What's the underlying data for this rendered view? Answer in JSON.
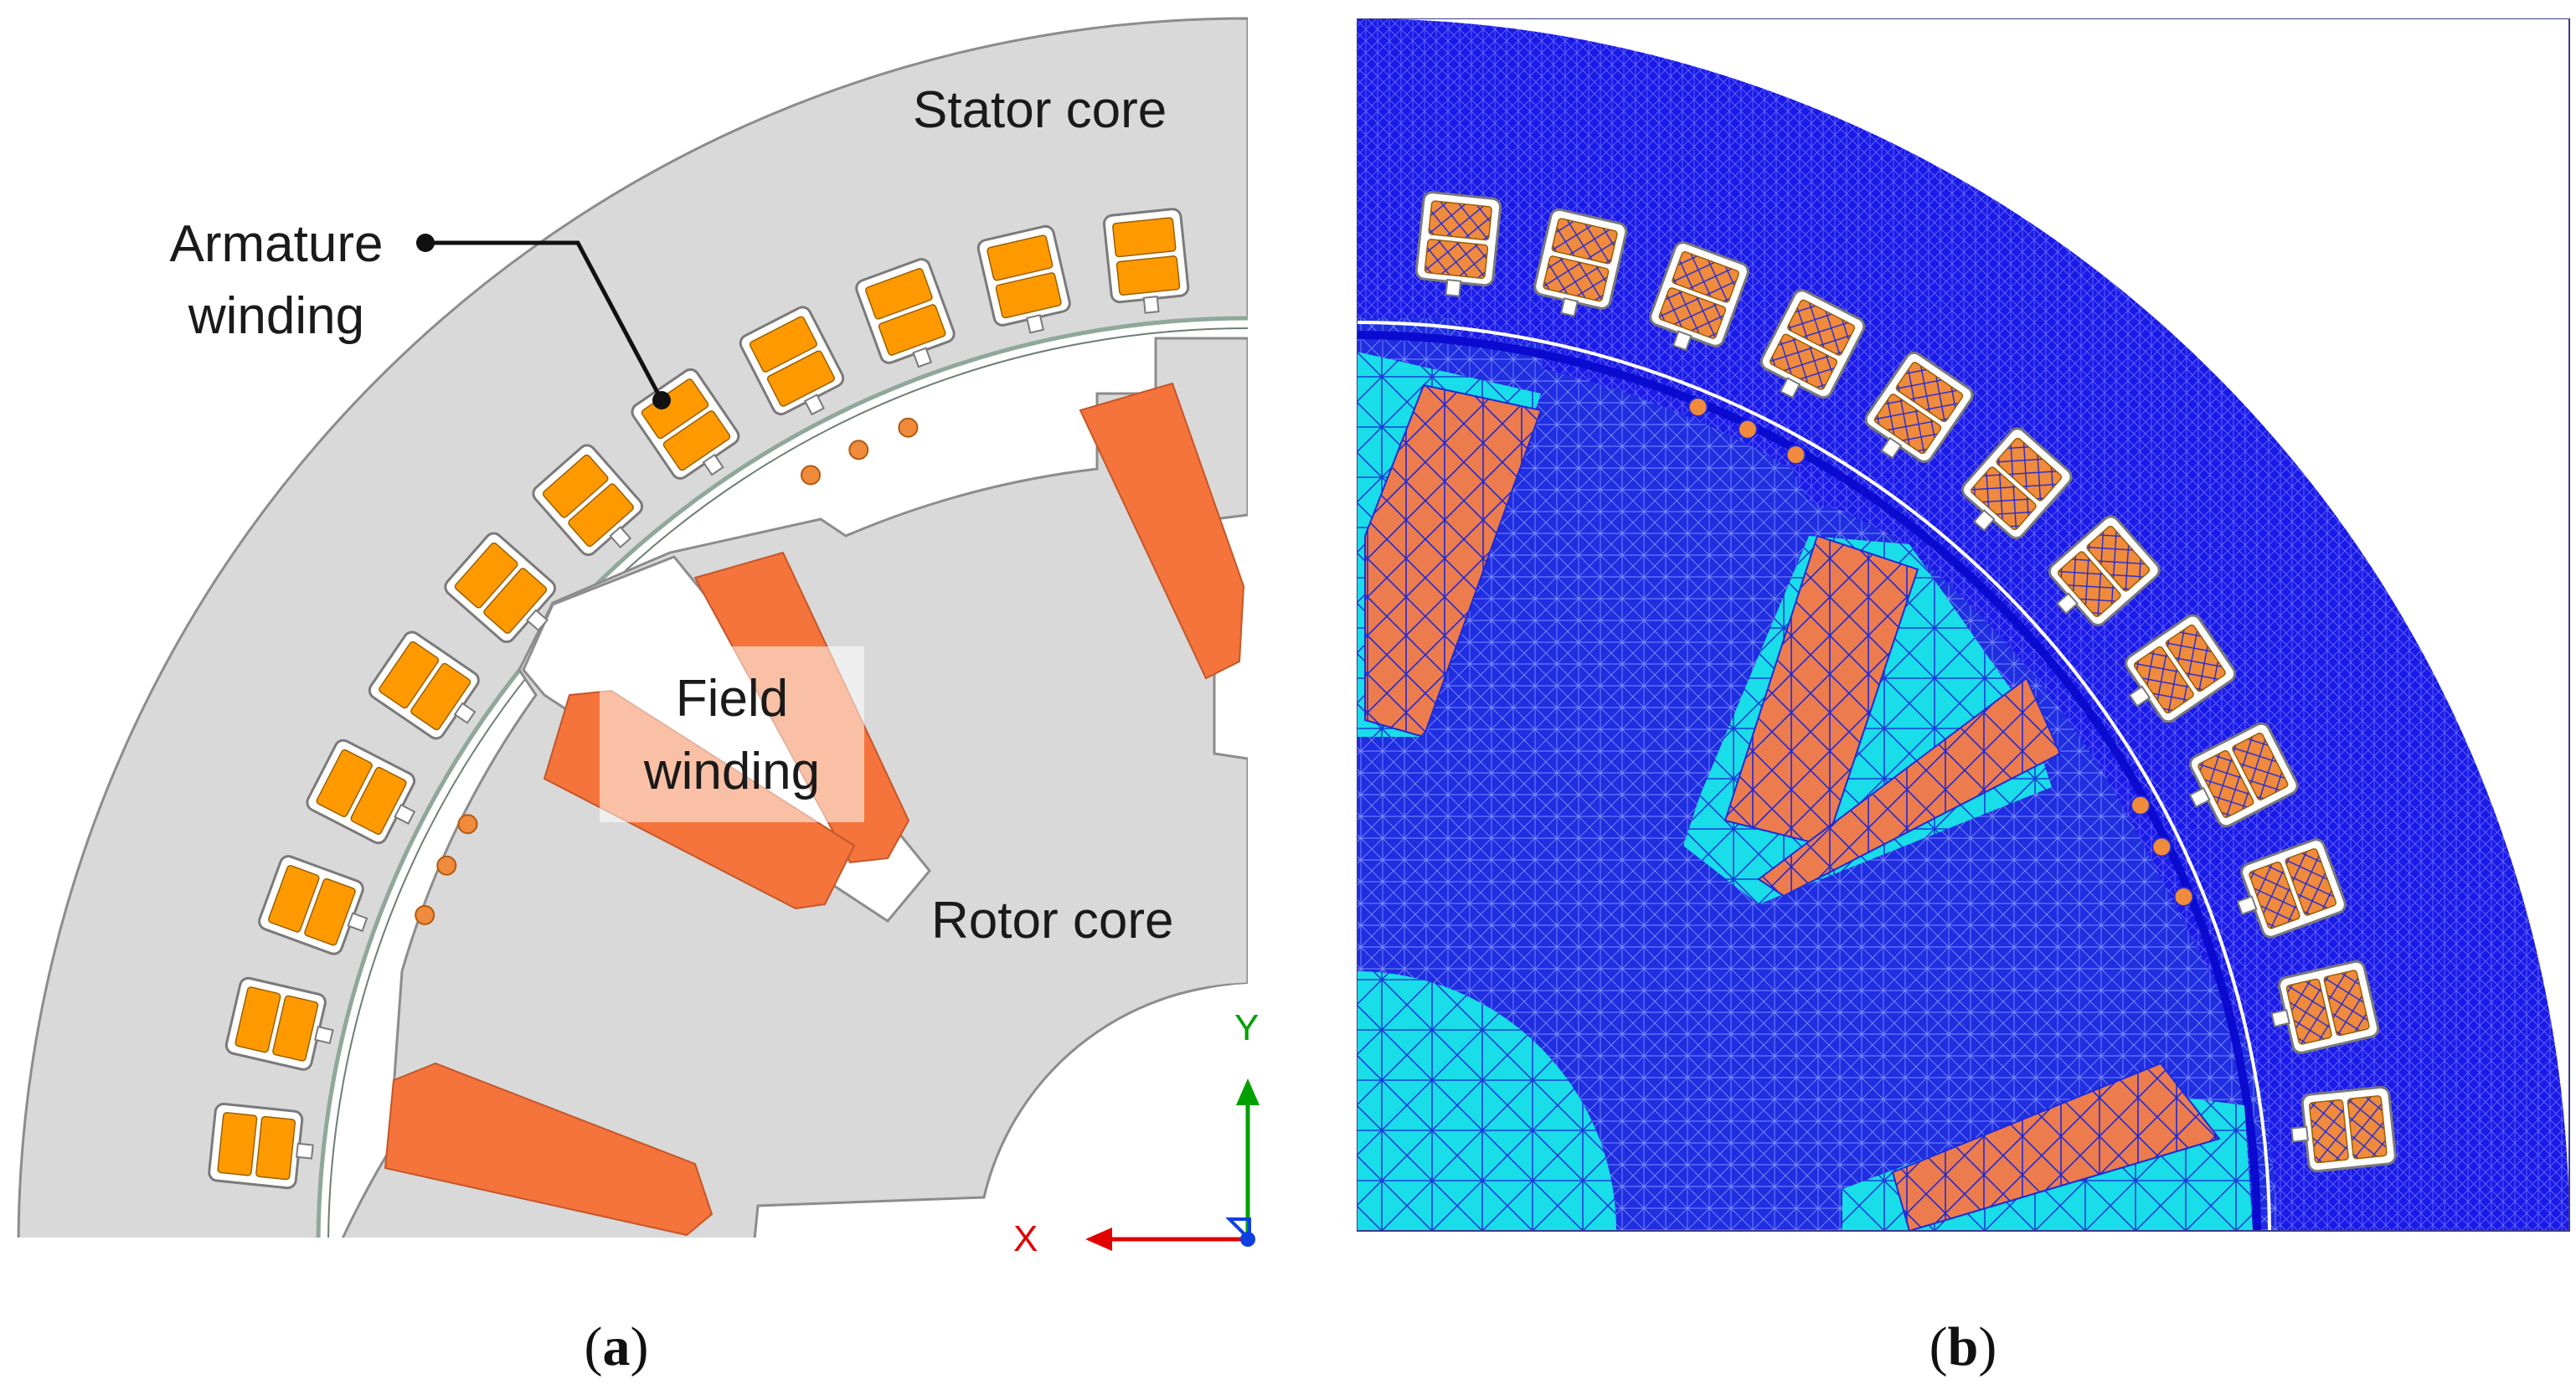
{
  "labels": {
    "stator_core": "Stator core",
    "armature_winding_line1": "Armature",
    "armature_winding_line2": "winding",
    "field_winding_line1": "Field",
    "field_winding_line2": "winding",
    "rotor_core": "Rotor core",
    "axis_y": "Y",
    "axis_x": "X"
  },
  "captions": {
    "a_open": "(",
    "a_letter": "a",
    "a_close": ")",
    "b_open": "(",
    "b_letter": "b",
    "b_close": ")"
  },
  "colors": {
    "core_gray": "#d9d9d9",
    "core_edge": "#8c8c8c",
    "armature_orange": "#ff9900",
    "field_orange": "#f4743b",
    "mesh_blue": "#1414e6",
    "mesh_cyan": "#19d9e6",
    "axis_green": "#00a000",
    "axis_red": "#e00000",
    "axis_blue": "#1040e0"
  },
  "icons": {
    "coordinate_axes": "xyz-triad-icon",
    "pointer_dot": "leader-dot-icon"
  },
  "counts": {
    "armature_slots_per_panel": 12,
    "field_coils_per_panel": 4,
    "damper_bars_per_panel": 6
  }
}
